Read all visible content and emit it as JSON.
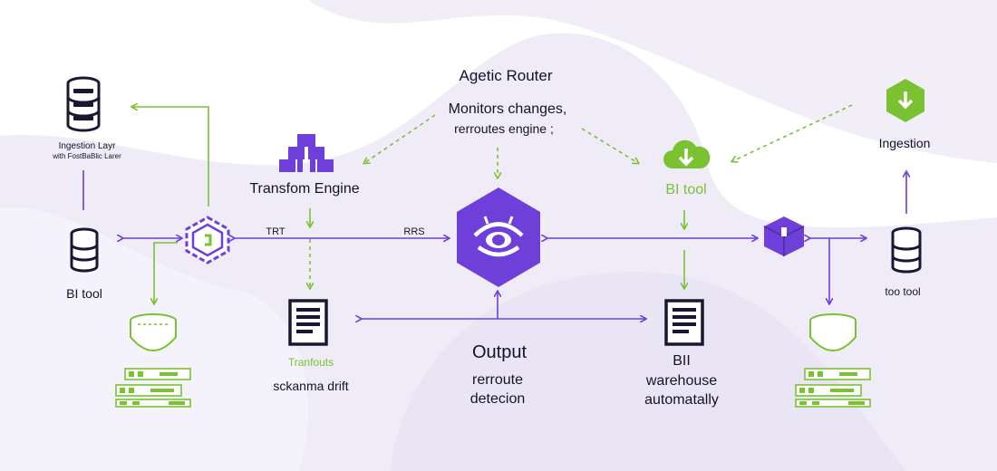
{
  "colors": {
    "purple": "#6f3fd9",
    "green": "#7ac231",
    "dark": "#1a1733",
    "bg_shape": "#ece8f6"
  },
  "labels": {
    "agentic_router": "Agetic Router",
    "monitors": "Monitors changes,",
    "reroutes": "rerroutes engine ;",
    "ingestion_layer": "Ingestion Layr",
    "ingestion_sub": "with FostBaBlic Larer",
    "transform_engine": "Transfom Engine",
    "bi_tool_top": "BI tool",
    "ingestion_right": "Ingestion",
    "bi_tool_left": "BI tool",
    "bo_tool_right": "too tool",
    "trt": "TRT",
    "rrs": "RRS",
    "transfouts": "Tranfouts",
    "schema_drift": "sckanma drift",
    "output": "Output",
    "rerroute": "rerroute",
    "detecion": "detecion",
    "bii": "BII",
    "warehouse": "warehouse",
    "automatally": "automatally"
  },
  "icons": [
    "database-icon-top-left",
    "database-icon-mid-left",
    "database-icon-right",
    "blocks-icon",
    "cloud-download-icon",
    "hexagon-download-icon",
    "hexagon-chip-icon",
    "router-hexagon-eye-icon",
    "cube-icon",
    "document-icon-left",
    "document-icon-right",
    "bowl-icon-left",
    "bowl-icon-right",
    "server-rack-icon-left",
    "server-rack-icon-right"
  ]
}
